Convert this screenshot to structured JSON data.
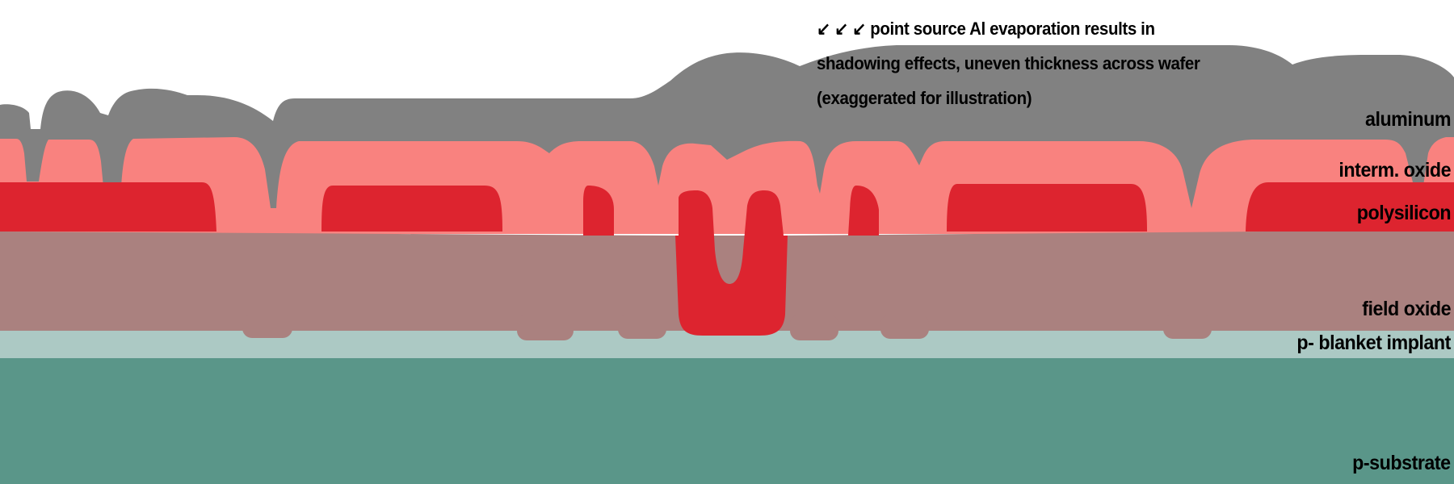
{
  "colors": {
    "p_substrate": "#5a9689",
    "p_blanket_implant": "#acc9c4",
    "field_oxide": "#aa817f",
    "polysilicon": "#dd242f",
    "intermediate_oxide": "#f9827f",
    "aluminum": "#818181"
  },
  "layers": {
    "aluminum": "aluminum",
    "intermediate_oxide": "interm. oxide",
    "polysilicon": "polysilicon",
    "field_oxide": "field oxide",
    "p_blanket_implant": "p- blanket implant",
    "p_substrate": "p-substrate"
  },
  "annotation": {
    "arrows": "↙ ↙ ↙",
    "text": "point source Al evaporation results in shadowing effects, uneven thickness across wafer (exaggerated for illustration)"
  }
}
